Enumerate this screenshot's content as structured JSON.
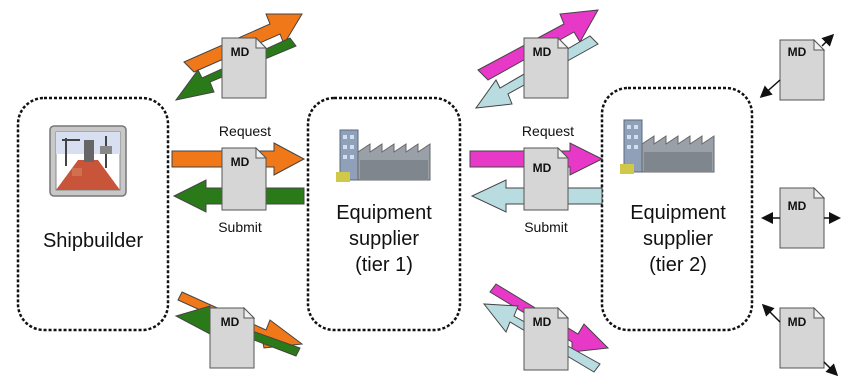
{
  "nodes": {
    "shipbuilder": "Shipbuilder",
    "supplier_tier1": [
      "Equipment",
      "supplier",
      "(tier 1)"
    ],
    "supplier_tier2": [
      "Equipment",
      "supplier",
      "(tier 2)"
    ]
  },
  "edges": {
    "request_1": "Request",
    "submit_1": "Submit",
    "request_2": "Request",
    "submit_2": "Submit"
  },
  "document_label": "MD",
  "colors": {
    "orange": "#f07818",
    "green": "#2a7a1a",
    "magenta": "#e838c8",
    "lightblue": "#b8dce0"
  }
}
